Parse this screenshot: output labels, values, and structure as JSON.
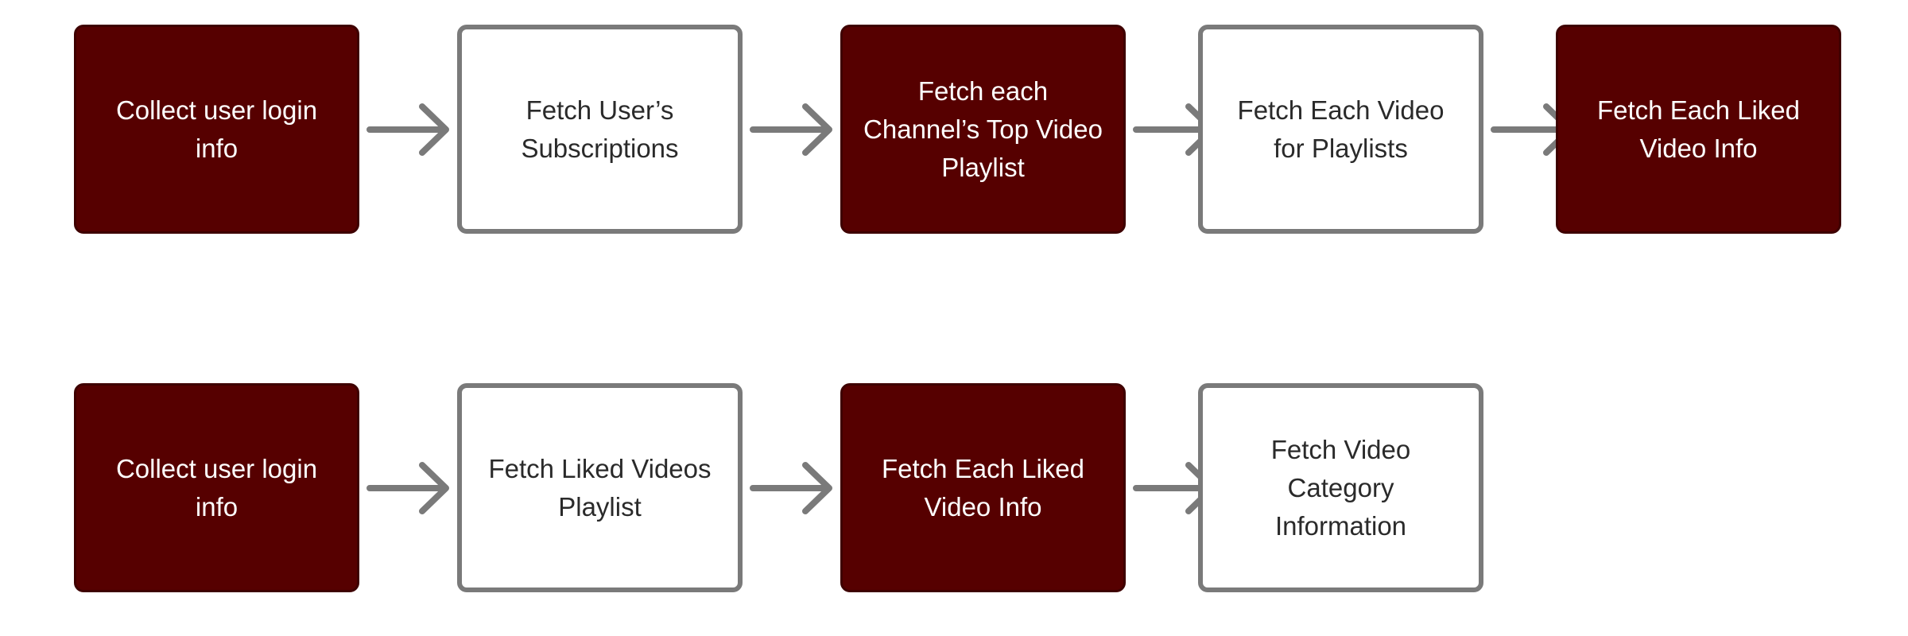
{
  "diagram": {
    "colors": {
      "dark_fill": "#560000",
      "light_border": "#7a7a7a",
      "arrow": "#7a7a7a"
    },
    "rows": [
      {
        "nodes": [
          {
            "label": "Collect user login info",
            "style": "dark"
          },
          {
            "label": "Fetch User’s Subscriptions",
            "style": "light"
          },
          {
            "label": "Fetch each Channel’s Top Video Playlist",
            "style": "dark"
          },
          {
            "label": "Fetch Each Video for Playlists",
            "style": "light"
          },
          {
            "label": "Fetch Each Liked Video Info",
            "style": "dark"
          }
        ]
      },
      {
        "nodes": [
          {
            "label": "Collect user login info",
            "style": "dark"
          },
          {
            "label": "Fetch Liked Videos Playlist",
            "style": "light"
          },
          {
            "label": "Fetch Each Liked Video Info",
            "style": "dark"
          },
          {
            "label": "Fetch Video Category Information",
            "style": "light"
          }
        ]
      }
    ]
  }
}
